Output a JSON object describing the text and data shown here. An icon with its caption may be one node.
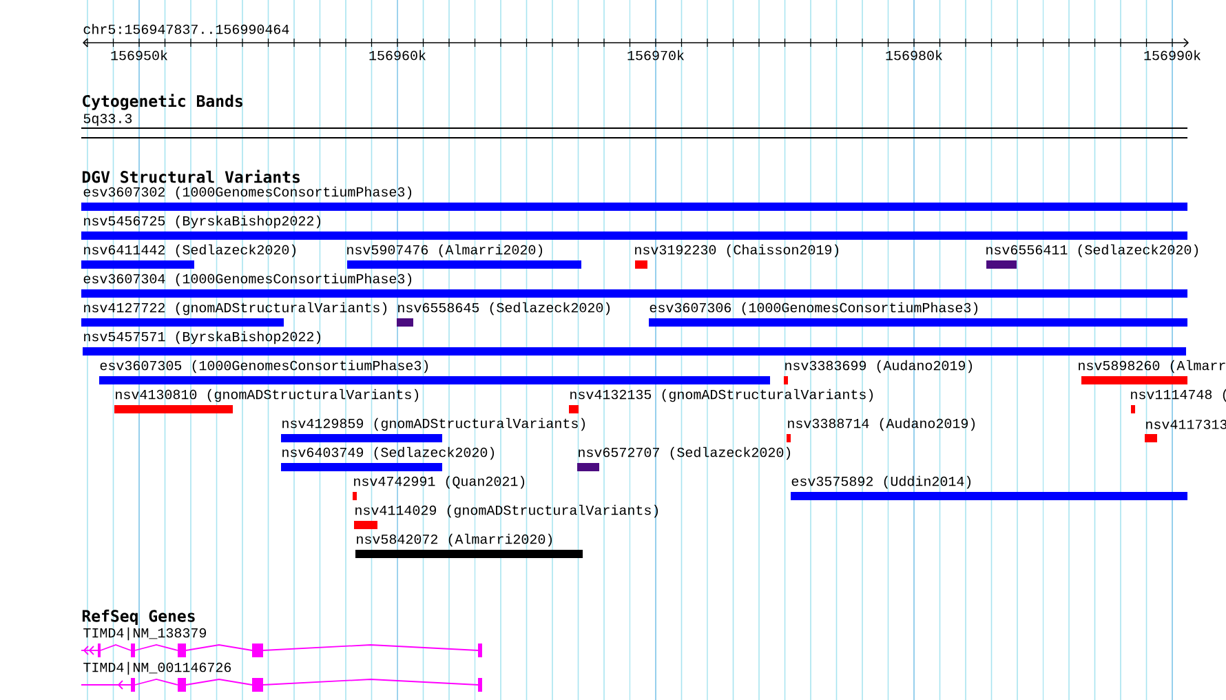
{
  "diagram": {
    "labels": [
      "chr5:156947837..156990464",
      "156950k",
      "156960k",
      "156970k",
      "156980k",
      "156990k",
      "Cytogenetic Bands",
      "5q33.3",
      "DGV Structural Variants",
      "esv3607302 (1000GenomesConsortiumPhase3)",
      "nsv5456725 (ByrskaBishop2022)",
      "nsv6411442 (Sedlazeck2020)",
      "nsv5907476 (Almarri2020)",
      "nsv3192230 (Chaisson2019)",
      "nsv6556411 (Sedlazeck2020)",
      "esv3607304 (1000GenomesConsortiumPhase3)",
      "nsv4127722 (gnomADStructuralVariants)",
      "nsv6558645 (Sedlazeck2020)",
      "esv3607306 (1000GenomesConsortiumPhase3)",
      "nsv5457571 (ByrskaBishop2022)",
      "esv3607305 (1000GenomesConsortiumPhase3)",
      "nsv3383699 (Audano2019)",
      "nsv5898260 (Almarr",
      "nsv4130810 (gnomADStructuralVariants)",
      "nsv4132135 (gnomADStructuralVariants)",
      "nsv1114748 (",
      "nsv4129859 (gnomADStructuralVariants)",
      "nsv3388714 (Audano2019)",
      "nsv4117313",
      "nsv6403749 (Sedlazeck2020)",
      "nsv6572707 (Sedlazeck2020)",
      "nsv4742991 (Quan2021)",
      "esv3575892 (Uddin2014)",
      "nsv4114029 (gnomADStructuralVariants)",
      "nsv5842072 (Almarri2020)",
      "RefSeq Genes",
      "TIMD4|NM_138379",
      "TIMD4|NM_001146726"
    ]
  }
}
